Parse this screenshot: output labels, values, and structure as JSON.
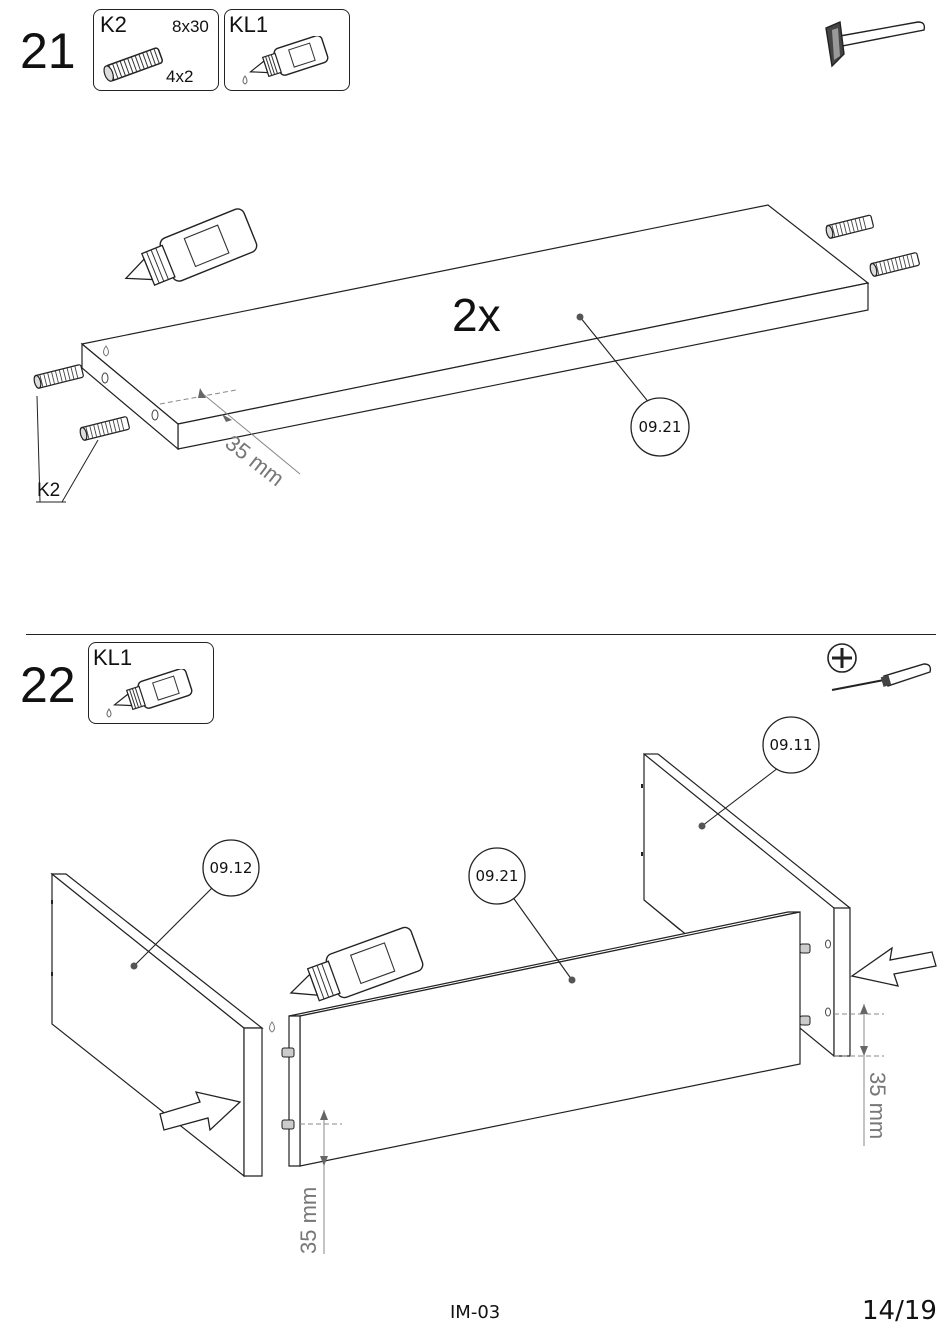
{
  "step21": {
    "number": "21",
    "parts": [
      {
        "code": "K2",
        "size": "8x30",
        "qty": "4x2",
        "icon": "dowel-icon"
      },
      {
        "code": "KL1",
        "icon": "glue-bottle-icon"
      }
    ],
    "tool_icon": "hammer-icon",
    "multiplier": "2x",
    "part_callout": "09.21",
    "dimension": "35 mm",
    "dowel_label": "K2"
  },
  "step22": {
    "number": "22",
    "parts": [
      {
        "code": "KL1",
        "icon": "glue-bottle-icon"
      }
    ],
    "tool_icon": "screwdriver-icon",
    "callouts": [
      "09.11",
      "09.12",
      "09.21"
    ],
    "dimension_left": "35 mm",
    "dimension_right": "35 mm"
  },
  "footer": {
    "doc_code": "IM-03",
    "page": "14/19"
  }
}
